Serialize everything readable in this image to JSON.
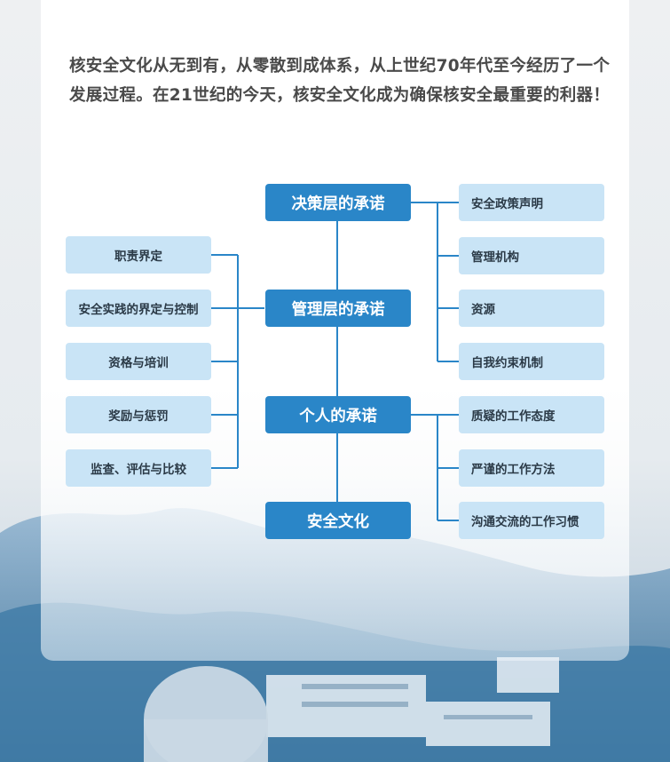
{
  "intro_text": "核安全文化从无到有，从零散到成体系，从上世纪70年代至今经历了一个发展过程。在21世纪的今天，核安全文化成为确保核安全最重要的利器！",
  "diagram": {
    "center": {
      "decision": "决策层的承诺",
      "management": "管理层的承诺",
      "individual": "个人的承诺",
      "culture": "安全文化"
    },
    "management_items": [
      "职责界定",
      "安全实践的界定与控制",
      "资格与培训",
      "奖励与惩罚",
      "监查、评估与比较"
    ],
    "decision_items": [
      "安全政策声明",
      "管理机构",
      "资源",
      "自我约束机制"
    ],
    "individual_items": [
      "质疑的工作态度",
      "严谨的工作方法",
      "沟通交流的工作习惯"
    ]
  },
  "colors": {
    "main_node": "#2a86c8",
    "sub_node": "#c9e4f6",
    "connector": "#2a86c8",
    "intro_text": "#4a4a4a"
  }
}
